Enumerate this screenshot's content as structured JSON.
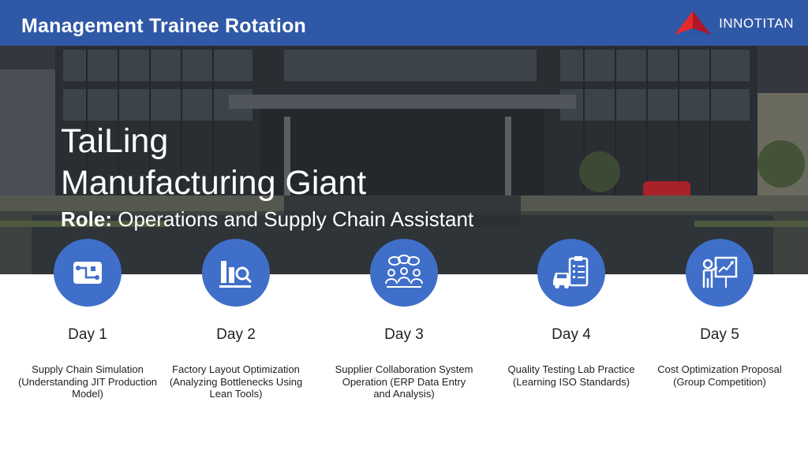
{
  "header": {
    "title": "Management Trainee Rotation"
  },
  "logo": {
    "text": "INNOTITAN",
    "colors": [
      "#e32b2b",
      "#b1162a",
      "#2d55a8"
    ]
  },
  "hero": {
    "title_line1": "TaiLing",
    "title_line2": "Manufacturing Giant",
    "role_label": "Role:",
    "role_value": " Operations and Supply Chain Assistant"
  },
  "accent_color": "#3f6fc9",
  "days": [
    {
      "label": "Day 1",
      "desc": "Supply Chain Simulation (Understanding JIT Production Model)",
      "icon": "circuit-board-icon"
    },
    {
      "label": "Day 2",
      "desc": "Factory Layout Optimization (Analyzing Bottlenecks Using Lean Tools)",
      "icon": "bar-chart-magnifier-icon"
    },
    {
      "label": "Day 3",
      "desc": "Supplier Collaboration System Operation (ERP Data Entry and Analysis)",
      "icon": "team-meeting-icon"
    },
    {
      "label": "Day 4",
      "desc": "Quality Testing Lab Practice (Learning ISO Standards)",
      "icon": "car-checklist-icon"
    },
    {
      "label": "Day 5",
      "desc": "Cost Optimization Proposal (Group Competition)",
      "icon": "presentation-icon"
    }
  ]
}
